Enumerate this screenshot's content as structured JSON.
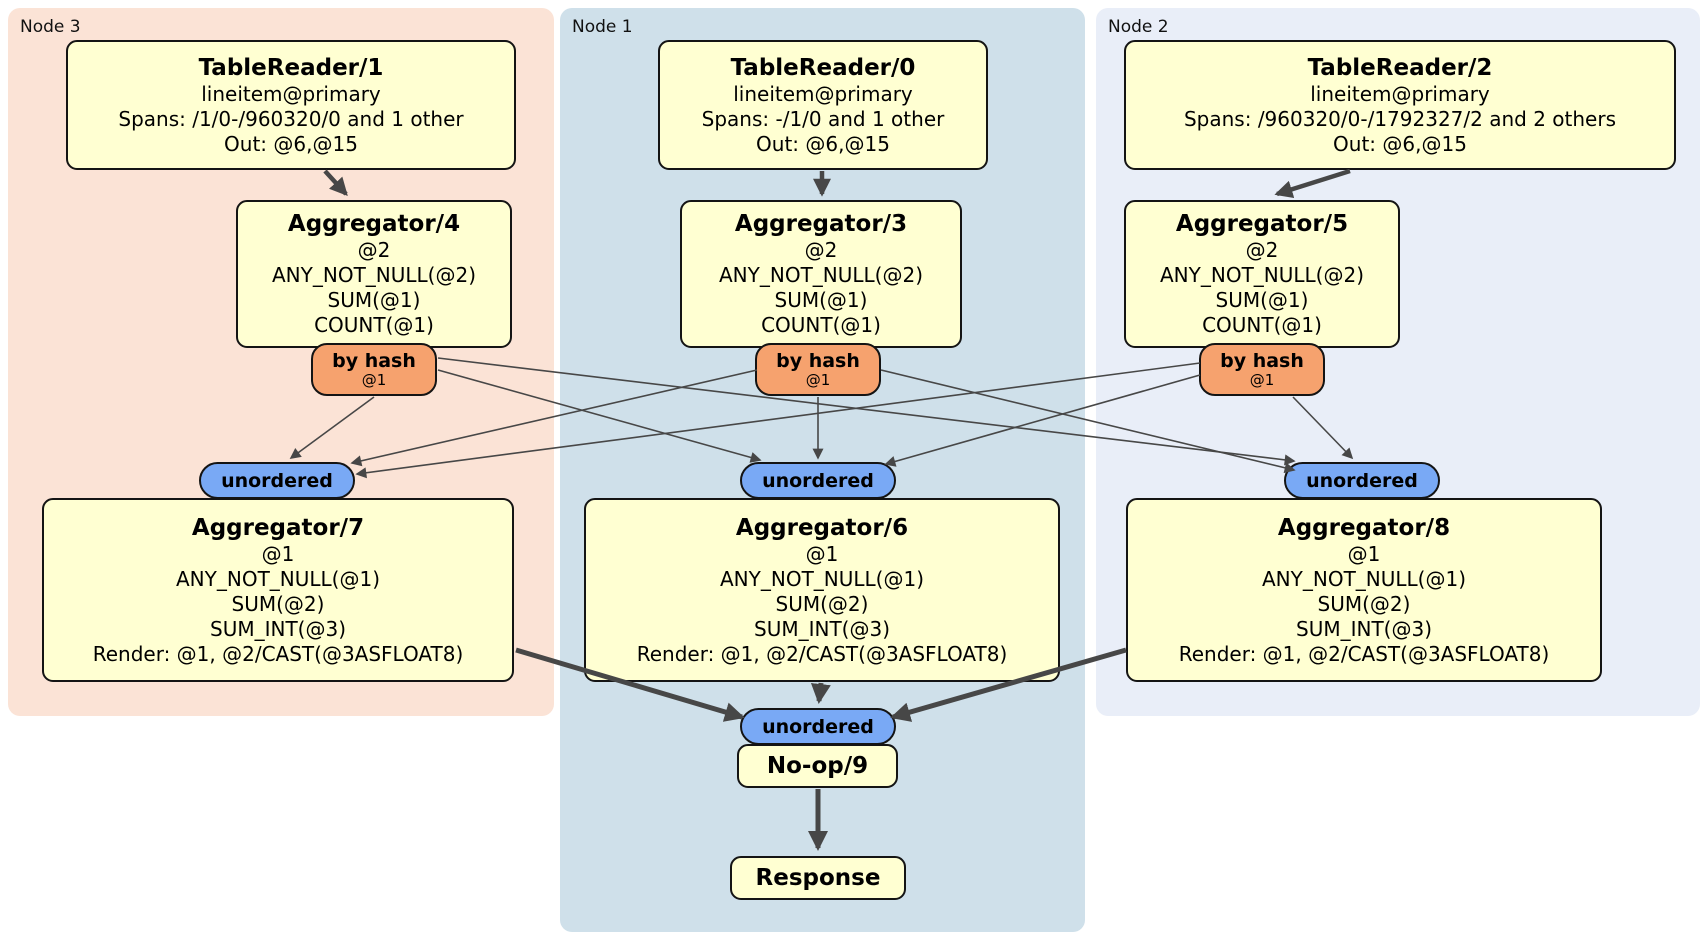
{
  "panels": [
    {
      "label": "Node 3"
    },
    {
      "label": "Node 1"
    },
    {
      "label": "Node 2"
    }
  ],
  "labels": {
    "router": "by hash",
    "router_sub": "@1",
    "sync": "unordered"
  },
  "processors": {
    "tr1": {
      "title": "TableReader/1",
      "lines": [
        "lineitem@primary",
        "Spans: /1/0-/960320/0 and 1 other",
        "Out: @6,@15"
      ]
    },
    "tr0": {
      "title": "TableReader/0",
      "lines": [
        "lineitem@primary",
        "Spans: -/1/0 and 1 other",
        "Out: @6,@15"
      ]
    },
    "tr2": {
      "title": "TableReader/2",
      "lines": [
        "lineitem@primary",
        "Spans: /960320/0-/1792327/2 and 2 others",
        "Out: @6,@15"
      ]
    },
    "agg4": {
      "title": "Aggregator/4",
      "lines": [
        "@2",
        "ANY_NOT_NULL(@2)",
        "SUM(@1)",
        "COUNT(@1)"
      ]
    },
    "agg3": {
      "title": "Aggregator/3",
      "lines": [
        "@2",
        "ANY_NOT_NULL(@2)",
        "SUM(@1)",
        "COUNT(@1)"
      ]
    },
    "agg5": {
      "title": "Aggregator/5",
      "lines": [
        "@2",
        "ANY_NOT_NULL(@2)",
        "SUM(@1)",
        "COUNT(@1)"
      ]
    },
    "agg7": {
      "title": "Aggregator/7",
      "lines": [
        "@1",
        "ANY_NOT_NULL(@1)",
        "SUM(@2)",
        "SUM_INT(@3)",
        "Render: @1, @2/CAST(@3ASFLOAT8)"
      ]
    },
    "agg6": {
      "title": "Aggregator/6",
      "lines": [
        "@1",
        "ANY_NOT_NULL(@1)",
        "SUM(@2)",
        "SUM_INT(@3)",
        "Render: @1, @2/CAST(@3ASFLOAT8)"
      ]
    },
    "agg8": {
      "title": "Aggregator/8",
      "lines": [
        "@1",
        "ANY_NOT_NULL(@1)",
        "SUM(@2)",
        "SUM_INT(@3)",
        "Render: @1, @2/CAST(@3ASFLOAT8)"
      ]
    },
    "noop": {
      "title": "No-op/9"
    },
    "response": {
      "title": "Response"
    }
  },
  "colors": {
    "node3_bg": "#fbe3d6",
    "node1_bg": "#cfe0ea",
    "node2_bg": "#e9eef8",
    "box_bg": "#ffffd2",
    "router_bg": "#f6a26e",
    "sync_bg": "#79a9f5",
    "edge": "#474747"
  }
}
